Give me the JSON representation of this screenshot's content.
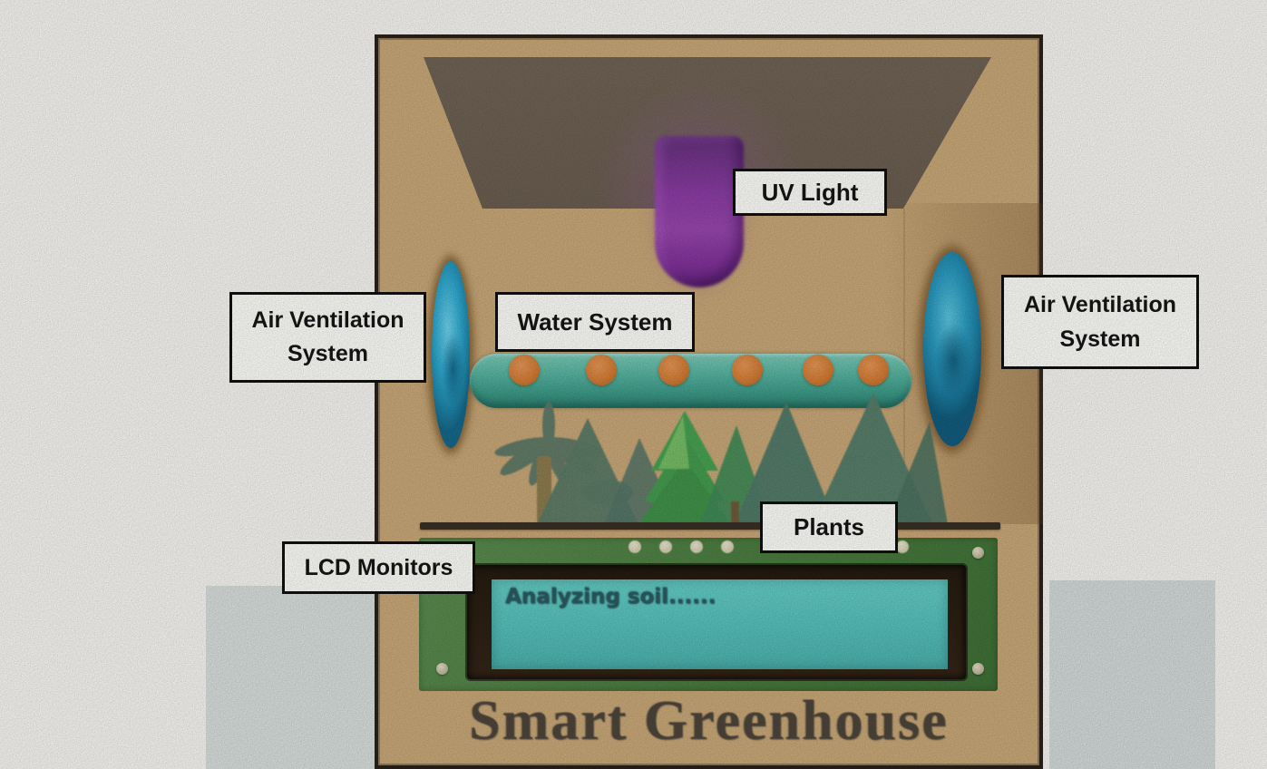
{
  "title": {
    "text": "Smart Greenhouse"
  },
  "lcd": {
    "status_text": "Analyzing soil......"
  },
  "labels": [
    {
      "id": "uv-light",
      "text": "UV Light"
    },
    {
      "id": "water-system",
      "text": "Water System"
    },
    {
      "id": "air-ventilation-left",
      "line1": "Air Ventilation",
      "line2": "System"
    },
    {
      "id": "air-ventilation-right",
      "line1": "Air Ventilation",
      "line2": "System"
    },
    {
      "id": "plants",
      "text": "Plants"
    },
    {
      "id": "lcd-monitors",
      "text": "LCD Monitors"
    }
  ],
  "components": {
    "uv_lamp": {
      "name": "uv-lamp",
      "color": "#8d3da6"
    },
    "vent_left": {
      "name": "ventilation-fan-left",
      "color": "#2fa9d0"
    },
    "vent_right": {
      "name": "ventilation-fan-right",
      "color": "#2b9cc2"
    },
    "water_pipe": {
      "name": "water-pipe",
      "color": "#4aa894",
      "nozzle_count": 6,
      "nozzle_color": "#d37a33"
    },
    "plants": {
      "name": "plants",
      "tree_count": 7
    },
    "circuit_board": {
      "name": "circuit-board",
      "color": "#4a7c3f",
      "led_dot_count": 5,
      "screw_count": 4
    },
    "lcd_screen": {
      "name": "lcd-screen",
      "color": "#55c0bb"
    }
  },
  "colors": {
    "paper": "#f8f6f3",
    "paper_shadow": "#d9dfdd",
    "greenhouse_wall": "#c9a878",
    "ceiling": "#6e6255",
    "title_text": "#4d453b",
    "label_background": "#fdfdfa",
    "label_border": "#101010",
    "label_text": "#161616"
  }
}
